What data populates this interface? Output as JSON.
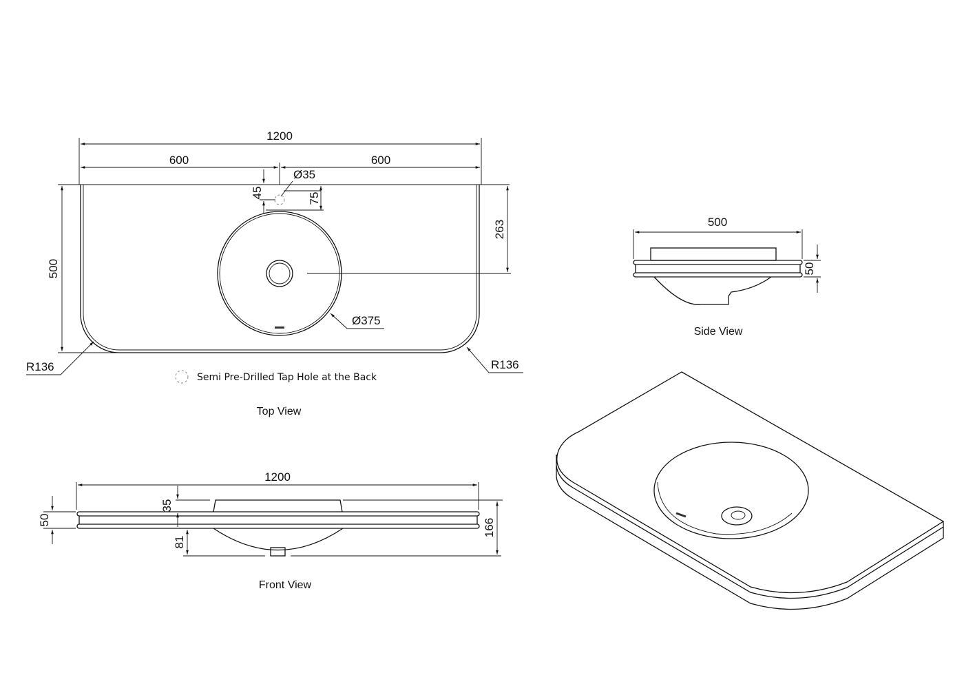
{
  "top_view": {
    "caption": "Top View",
    "dims": {
      "overall_width": "1200",
      "left_half": "600",
      "right_half": "600",
      "tap_hole_dia": "Ø35",
      "tap_offset": "45",
      "tap_to_bowl": "75",
      "bowl_center": "263",
      "depth": "500",
      "bowl_dia": "Ø375",
      "radius_left": "R136",
      "radius_right": "R136"
    },
    "legend_note": "Semi Pre-Drilled Tap Hole at the Back"
  },
  "side_view": {
    "caption": "Side View",
    "dims": {
      "depth": "500",
      "thickness": "50"
    }
  },
  "front_view": {
    "caption": "Front View",
    "dims": {
      "overall_width": "1200",
      "lip_height": "35",
      "thickness": "50",
      "bowl_below": "81",
      "total_height": "166"
    }
  }
}
